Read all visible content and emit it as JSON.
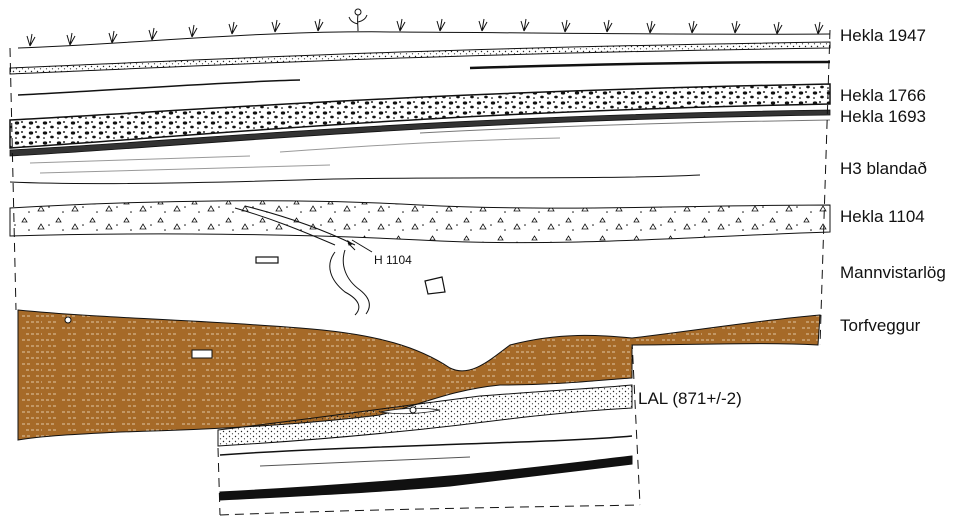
{
  "colors": {
    "turf": "#a66a28",
    "ink": "#111111",
    "paper": "#ffffff",
    "tephra_dots": "#222222"
  },
  "icons": [
    "flower-icon",
    "grass-tuft-icon"
  ],
  "labels": {
    "hekla_1947": "Hekla 1947",
    "hekla_1766": "Hekla 1766",
    "hekla_1693": "Hekla 1693",
    "h3_blandad": "H3 blandað",
    "hekla_1104": "Hekla 1104",
    "mannvistarlog": "Mannvistarlög",
    "torfveggur": "Torfveggur",
    "lal": "LAL (871+/-2)",
    "h1104_annotation": "H 1104"
  }
}
